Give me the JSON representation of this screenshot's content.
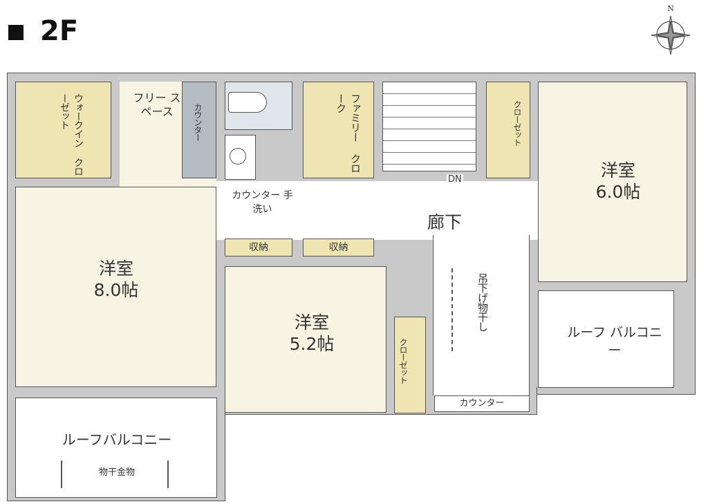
{
  "title": "2F",
  "compass": {
    "north_label": "N"
  },
  "rooms": {
    "walk_in_closet": "ウォークイン クローゼット",
    "free_space": "フリー スペース",
    "counter_free": "カウンター",
    "family_cloak": "ファミリー クローク",
    "closet_6": "クローゼット",
    "room_6": {
      "name": "洋室",
      "size": "6.0帖"
    },
    "stairs_dn": "DN",
    "counter_washbasin": "カウンター 手洗い",
    "hallway": "廊下",
    "storage_1": "収納",
    "storage_2": "収納",
    "room_8": {
      "name": "洋室",
      "size": "8.0帖"
    },
    "room_5": {
      "name": "洋室",
      "size": "5.2帖"
    },
    "closet_5": "クローゼット",
    "drying": "吊下げ物干し",
    "counter_hall": "カウンター",
    "roof_balcony_right": "ルーフ バルコニー",
    "roof_balcony_bottom": "ルーフバルコニー",
    "drying_hardware": "物干金物"
  }
}
